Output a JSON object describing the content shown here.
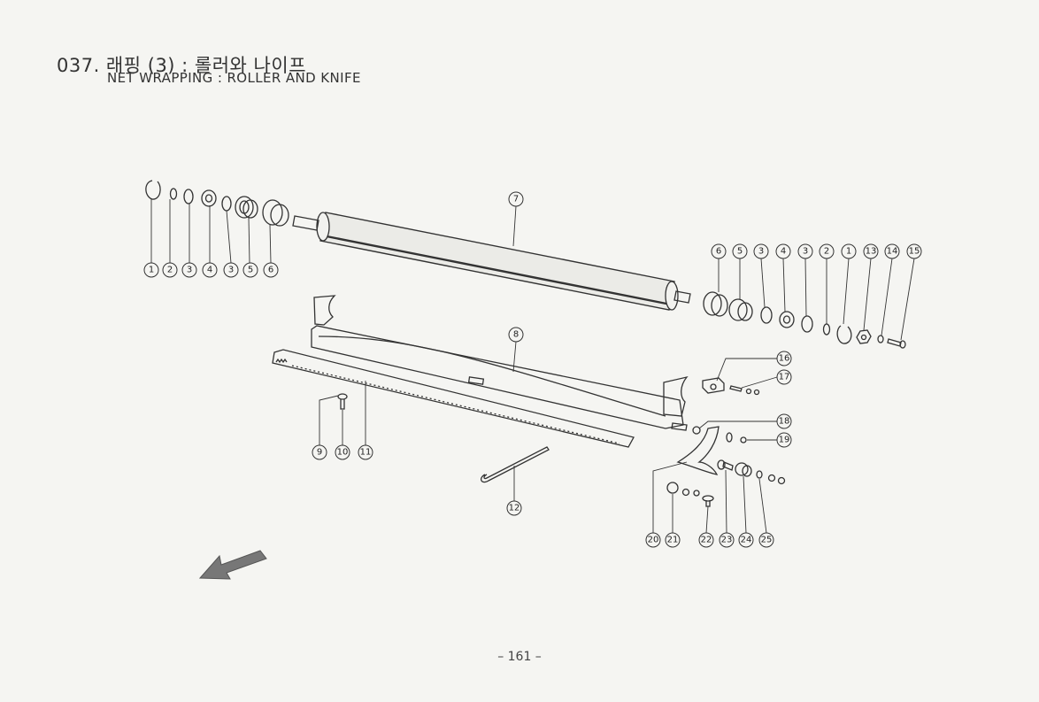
{
  "header": {
    "title_ko": "037. 래핑 (3) : 롤러와 나이프",
    "title_en": "NET WRAPPING : ROLLER AND KNIFE"
  },
  "footer": {
    "page_number": "– 161 –"
  },
  "callouts": {
    "c1a": "1",
    "c2a": "2",
    "c3a": "3",
    "c4a": "4",
    "c3b": "3",
    "c5a": "5",
    "c6a": "6",
    "c7": "7",
    "c6b": "6",
    "c5b": "5",
    "c3c": "3",
    "c4b": "4",
    "c3d": "3",
    "c2b": "2",
    "c1b": "1",
    "c13": "13",
    "c14": "14",
    "c15": "15",
    "c8": "8",
    "c16": "16",
    "c17": "17",
    "c18": "18",
    "c19": "19",
    "c9": "9",
    "c10": "10",
    "c11": "11",
    "c12": "12",
    "c20": "20",
    "c21": "21",
    "c22": "22",
    "c23": "23",
    "c24": "24",
    "c25": "25"
  },
  "icons": {
    "direction_arrow": "front-direction-arrow-icon"
  }
}
